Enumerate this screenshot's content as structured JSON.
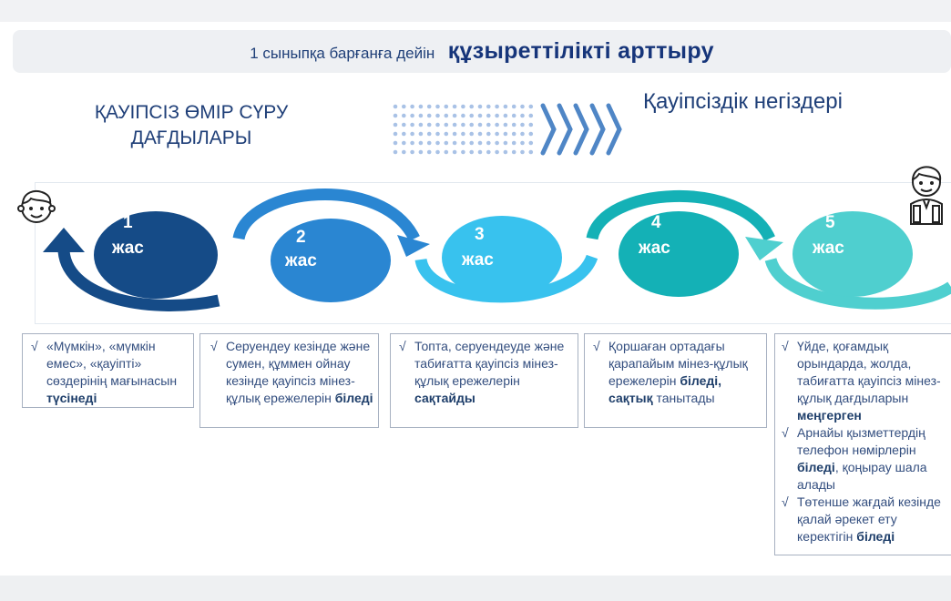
{
  "banner": {
    "prefix": "1 сыныпқа барғанға дейін",
    "title": "құзыреттілікті арттыру"
  },
  "left_title": "ҚАУІПСІЗ ӨМІР СҮРУ ДАҒДЫЛАРЫ",
  "right_title": "Қауіпсіздік негіздері",
  "stages": [
    {
      "number": "1",
      "unit": "жас",
      "color": "#154b87"
    },
    {
      "number": "2",
      "unit": "жас",
      "color": "#2a86d2"
    },
    {
      "number": "3",
      "unit": "жас",
      "color": "#38c2ee"
    },
    {
      "number": "4",
      "unit": "жас",
      "color": "#14b1b6"
    },
    {
      "number": "5",
      "unit": "жас",
      "color": "#4fcfcf"
    }
  ],
  "boxes": [
    {
      "items": [
        {
          "check": "√",
          "text": "«Мүмкін», «мүмкін емес», «қауіпті» сөздерінің мағынасын",
          "bold": "түсінеді"
        }
      ]
    },
    {
      "items": [
        {
          "check": "√",
          "text": "Серуендеу кезінде және сумен, құммен ойнау кезінде қауіпсіз мінез-құлық ережелерін",
          "bold": "біледі"
        }
      ]
    },
    {
      "items": [
        {
          "check": "√",
          "text": "Топта, серуендеуде және табиғатта қауіпсіз мінез-құлық ережелерін",
          "bold": "сақтайды"
        }
      ]
    },
    {
      "items": [
        {
          "check": "√",
          "text": "Қоршаған ортадағы қарапайым мінез-құлық ережелерін",
          "bold": "біледі, сақтық",
          "tail": "танытады"
        }
      ]
    },
    {
      "items": [
        {
          "check": "√",
          "text": "Үйде, қоғамдық орындарда, жолда, табиғатта қауіпсіз мінез-құлық дағдыларын",
          "bold": "меңгерген"
        },
        {
          "check": "√",
          "text": "Арнайы қызметтердің телефон нөмірлерін",
          "bold": "біледі",
          "tail": ", қоңырау шала алады"
        },
        {
          "check": "√",
          "text": "Төтенше жағдай кезінде қалай әрекет ету керектігін",
          "bold": "біледі"
        }
      ]
    }
  ],
  "colors": {
    "arc_dark": "#154b87",
    "arc_blue": "#2a86d2",
    "arc_sky": "#38c2ee",
    "arc_teal": "#14b1b6",
    "arc_mint": "#4fcfcf",
    "dots": "#a9c2e6",
    "chevrons": "#4f86c6"
  },
  "icons": {
    "boy_left": "boy-face-icon",
    "boy_right": "schoolboy-icon"
  }
}
